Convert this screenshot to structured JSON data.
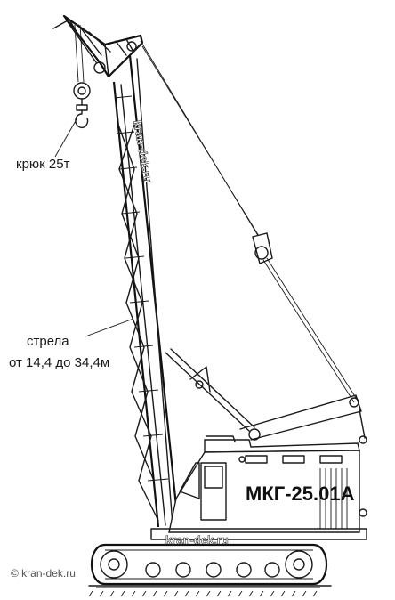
{
  "labels": {
    "hook": "крюк 25т",
    "boom_line1": "стрела",
    "boom_line2": "от 14,4 до 34,4м",
    "model": "МКГ-25.01А"
  },
  "watermark": {
    "vertical": "kran-dek.ru",
    "horizontal": "kran-dek.ru",
    "copyright": "© kran-dek.ru"
  }
}
